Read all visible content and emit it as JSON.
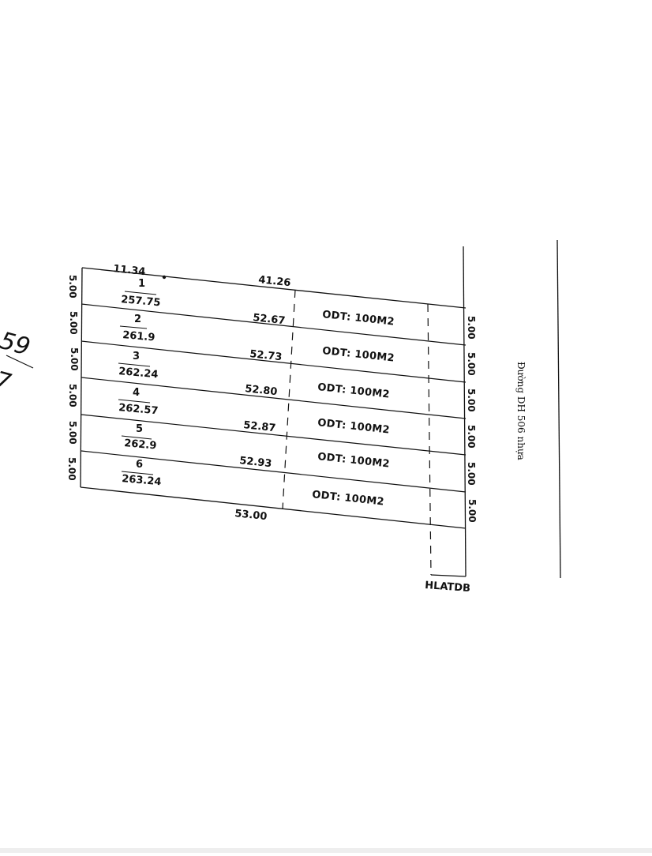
{
  "diagram": {
    "top_segment_left": "11.34",
    "top_segment_right": "41.26",
    "bottom_length": "53.00",
    "lot_width": "5.00",
    "boundary_label": "HLATDB",
    "road_label": "Đường DH 506 nhựa",
    "corner_numbers": [
      "59",
      "7"
    ],
    "lots": [
      {
        "number": "1",
        "area": "257.75",
        "length": "",
        "zone": ""
      },
      {
        "number": "2",
        "area": "261.9",
        "length": "52.67",
        "zone": "ODT: 100M2"
      },
      {
        "number": "3",
        "area": "262.24",
        "length": "52.73",
        "zone": "ODT: 100M2"
      },
      {
        "number": "4",
        "area": "262.57",
        "length": "52.80",
        "zone": "ODT: 100M2"
      },
      {
        "number": "5",
        "area": "262.9",
        "length": "52.87",
        "zone": "ODT: 100M2"
      },
      {
        "number": "6",
        "area": "263.24",
        "length": "52.93",
        "zone": "ODT: 100M2"
      }
    ],
    "extra_zone": "ODT: 100M2"
  }
}
